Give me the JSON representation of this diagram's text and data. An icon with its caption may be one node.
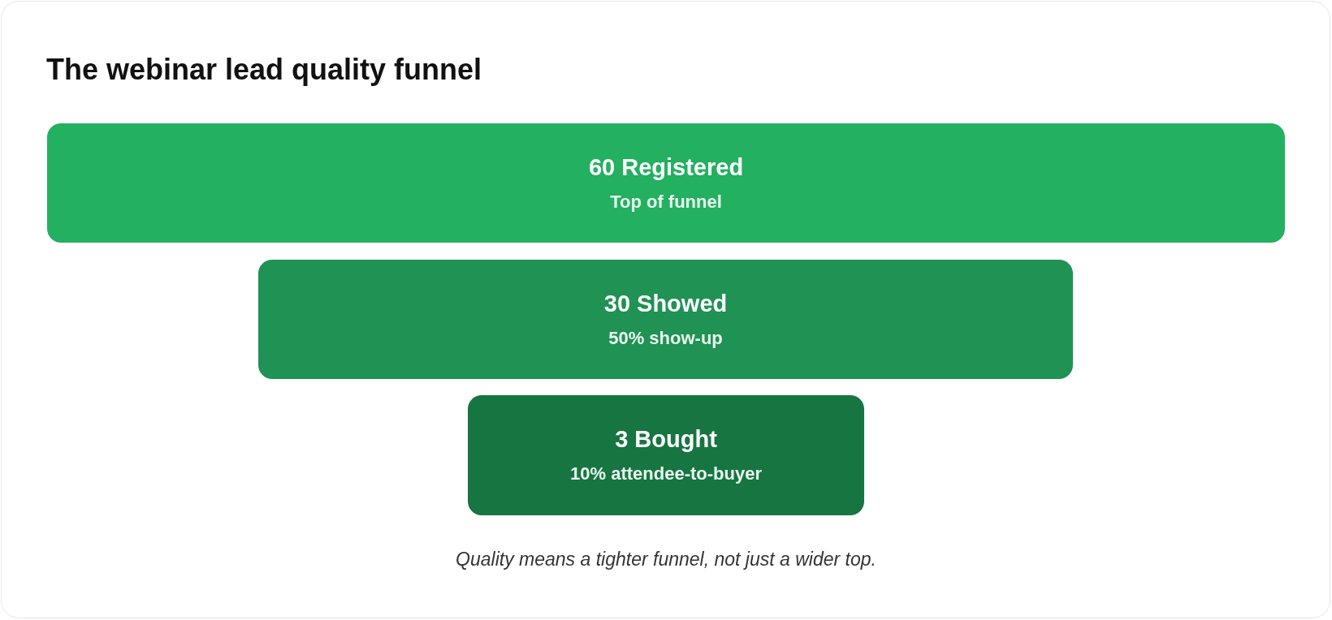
{
  "diagram": {
    "title": "The webinar lead quality funnel",
    "nodes": [
      {
        "text": [
          "60 Registered",
          "Top of funnel"
        ]
      },
      {
        "text": [
          "30 Showed",
          "50% show-up"
        ]
      },
      {
        "text": [
          "3 Bought",
          "10% attendee-to-buyer"
        ]
      }
    ],
    "caption": "Quality means a tighter funnel, not just a wider top."
  }
}
